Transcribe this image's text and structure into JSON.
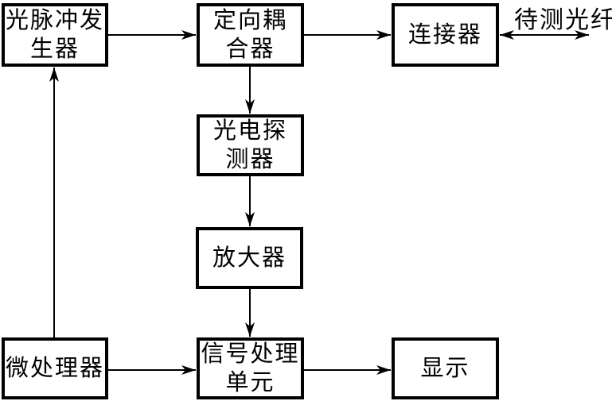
{
  "diagram": {
    "background_color": "#ffffff",
    "line_color": "#000000",
    "nodes": {
      "pulse_generator": {
        "label": "光脉冲发\n生器"
      },
      "directional_coupler": {
        "label": "定向耦\n合器"
      },
      "connector": {
        "label": "连接器"
      },
      "photo_detector": {
        "label": "光电探\n测器"
      },
      "amplifier": {
        "label": "放大器"
      },
      "signal_processing_unit": {
        "label": "信号处理\n单元"
      },
      "microprocessor": {
        "label": "微处理器"
      },
      "display": {
        "label": "显示"
      }
    },
    "external_label": "待测光纤",
    "edges": [
      {
        "from": "pulse_generator",
        "to": "directional_coupler",
        "style": "arrow"
      },
      {
        "from": "directional_coupler",
        "to": "connector",
        "style": "arrow"
      },
      {
        "from": "connector",
        "to": "fiber_under_test",
        "style": "double-arrow"
      },
      {
        "from": "directional_coupler",
        "to": "photo_detector",
        "style": "arrow"
      },
      {
        "from": "photo_detector",
        "to": "amplifier",
        "style": "arrow"
      },
      {
        "from": "amplifier",
        "to": "signal_processing_unit",
        "style": "arrow"
      },
      {
        "from": "microprocessor",
        "to": "pulse_generator",
        "style": "arrow"
      },
      {
        "from": "microprocessor",
        "to": "signal_processing_unit",
        "style": "arrow"
      },
      {
        "from": "signal_processing_unit",
        "to": "display",
        "style": "arrow"
      }
    ]
  }
}
